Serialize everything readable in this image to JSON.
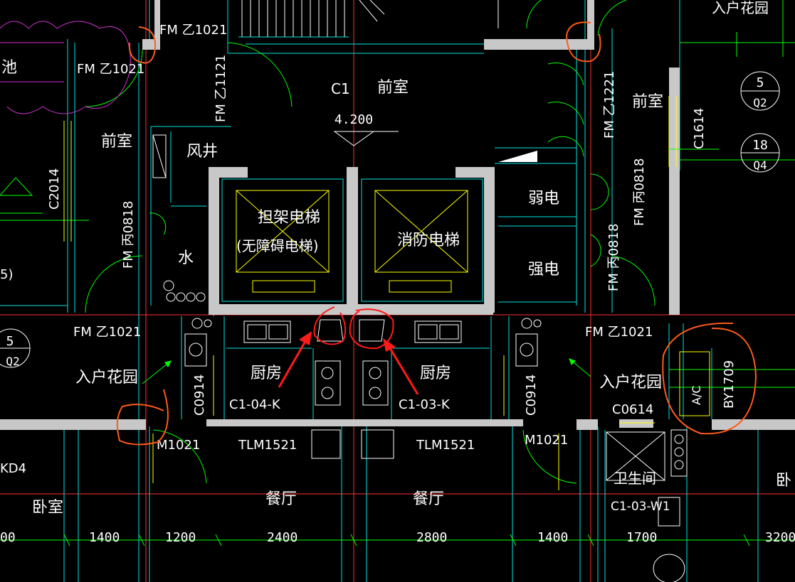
{
  "drawing": {
    "colors": {
      "background": "#000000",
      "wall": "#c8c8c8",
      "cyan": "#00e5e5",
      "yellow": "#ffff00",
      "green": "#00ff00",
      "red_axis": "#ff3030",
      "magenta": "#d030d0",
      "markup_orange": "#ff5a1a",
      "markup_red": "#ff1a1a",
      "text": "#ffffff"
    },
    "rooms": {
      "front_room_top_center": "前室",
      "front_room_left": "前室",
      "front_room_right": "前室",
      "wind_well": "风井",
      "water": "水",
      "weak_current": "弱电",
      "strong_current": "强电",
      "elevator_stretcher": "担架电梯",
      "elevator_stretcher_note": "(无障碍电梯)",
      "elevator_fire": "消防电梯",
      "kitchen_left": "厨房",
      "kitchen_right": "厨房",
      "garden_left": "入户花园",
      "garden_right": "入户花园",
      "garden_top_right": "入户花园",
      "dining_left": "餐厅",
      "dining_right": "餐厅",
      "bedroom_left": "卧室",
      "bedroom_right": "卧",
      "bathroom": "卫生间",
      "pool_partial": "池"
    },
    "codes": {
      "c1": "C1",
      "elevation": "4.200",
      "fm_top": "FM 乙1021",
      "fm_left_upper": "FM 乙1021",
      "fm_left_vert": "FM 乙1121",
      "fm_right_vert": "FM 乙1221",
      "fm_bing_left": "FM 丙0818",
      "fm_bing_mid": "FM 丙0818",
      "fm_bing_right": "FM 丙0818",
      "fm_left_mid": "FM 乙1021",
      "fm_right_mid": "FM 乙1021",
      "kitchen_left_code": "C1-04-K",
      "kitchen_right_code": "C1-03-K",
      "c0914_left": "C0914",
      "c0914_right": "C0914",
      "c0614": "C0614",
      "c2014": "C2014",
      "c1614": "C1614",
      "by1709": "BY1709",
      "ac": "A/C",
      "m1021_left": "M1021",
      "m1021_right": "M1021",
      "tlm_left": "TLM1521",
      "tlm_right": "TLM1521",
      "kd4": "KD4",
      "bath_code": "C1-03-W1",
      "paren5": "5)"
    },
    "axis_bubbles": [
      {
        "top": "5",
        "bottom": "Q2"
      },
      {
        "top": "18",
        "bottom": "Q4"
      },
      {
        "top": "5",
        "bottom": "Q2"
      }
    ],
    "dimensions": [
      "00",
      "1400",
      "1200",
      "2400",
      "2800",
      "1400",
      "1700",
      "3200"
    ]
  }
}
